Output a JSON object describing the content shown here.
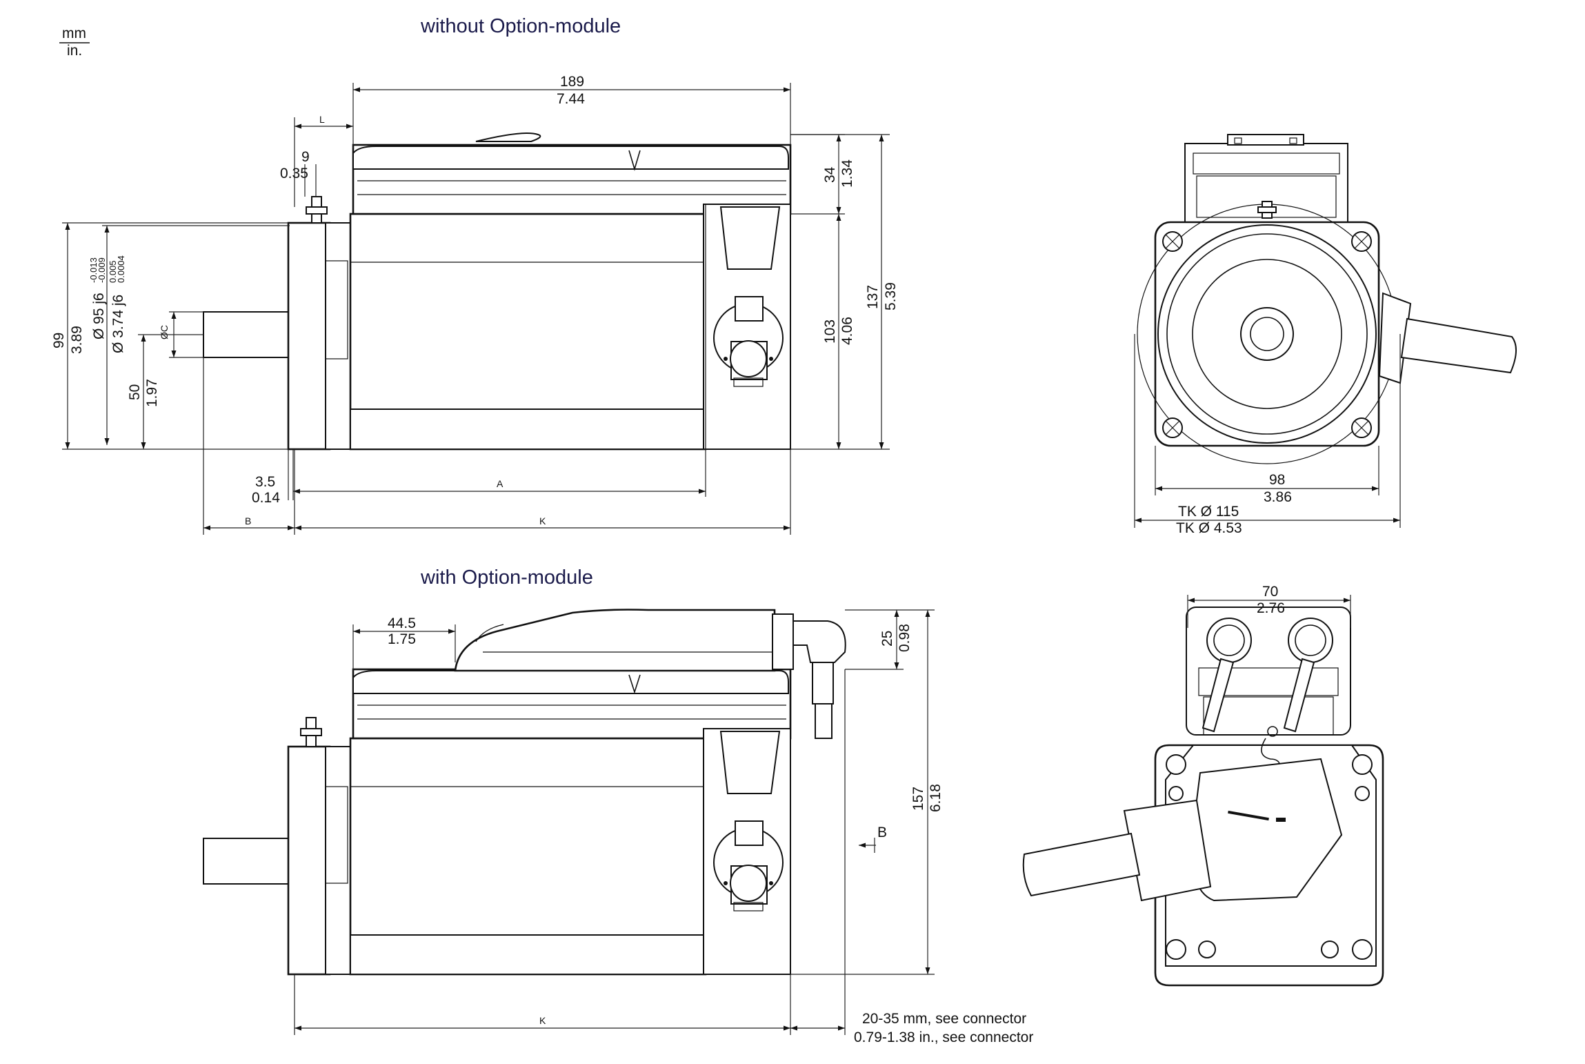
{
  "units": {
    "top": "mm",
    "bottom": "in."
  },
  "views": {
    "without": {
      "title": "without Option-module",
      "length_total": {
        "mm": "189",
        "in": "7.44"
      },
      "height_top": {
        "mm": "34",
        "in": "1.34"
      },
      "height_body": {
        "mm": "103",
        "in": "4.06"
      },
      "height_total": {
        "mm": "137",
        "in": "5.39"
      },
      "flange_offset": {
        "mm": "9",
        "in": "0.35"
      },
      "flange_height": {
        "mm": "99",
        "in": "3.89"
      },
      "centering_dia": {
        "mm": "Ø 95 j6",
        "mm_tol_upper": "-0.013",
        "mm_tol_lower": "-0.009",
        "in": "Ø 3.74 j6",
        "in_tol_upper": "0.005",
        "in_tol_lower": "0.0004"
      },
      "shaft_dia": "ØC",
      "shaft_center": {
        "mm": "50",
        "in": "1.97"
      },
      "flange_thickness": {
        "mm": "3.5",
        "in": "0.14"
      },
      "letter_l": "L",
      "letter_a": "A",
      "letter_b": "B",
      "letter_k": "K"
    },
    "front": {
      "width": {
        "mm": "98",
        "in": "3.86"
      },
      "bolt_circle": {
        "mm": "TK Ø 115",
        "in": "TK Ø 4.53"
      }
    },
    "with": {
      "title": "with Option-module",
      "module_offset": {
        "mm": "44.5",
        "in": "1.75"
      },
      "module_height": {
        "mm": "25",
        "in": "0.98"
      },
      "height_total": {
        "mm": "157",
        "in": "6.18"
      },
      "view_arrow": "B",
      "letter_k": "K",
      "connector_length": {
        "mm": "20-35 mm, see connector",
        "in": "0.79-1.38 in., see connector"
      }
    },
    "rear": {
      "width": {
        "mm": "70",
        "in": "2.76"
      }
    }
  }
}
